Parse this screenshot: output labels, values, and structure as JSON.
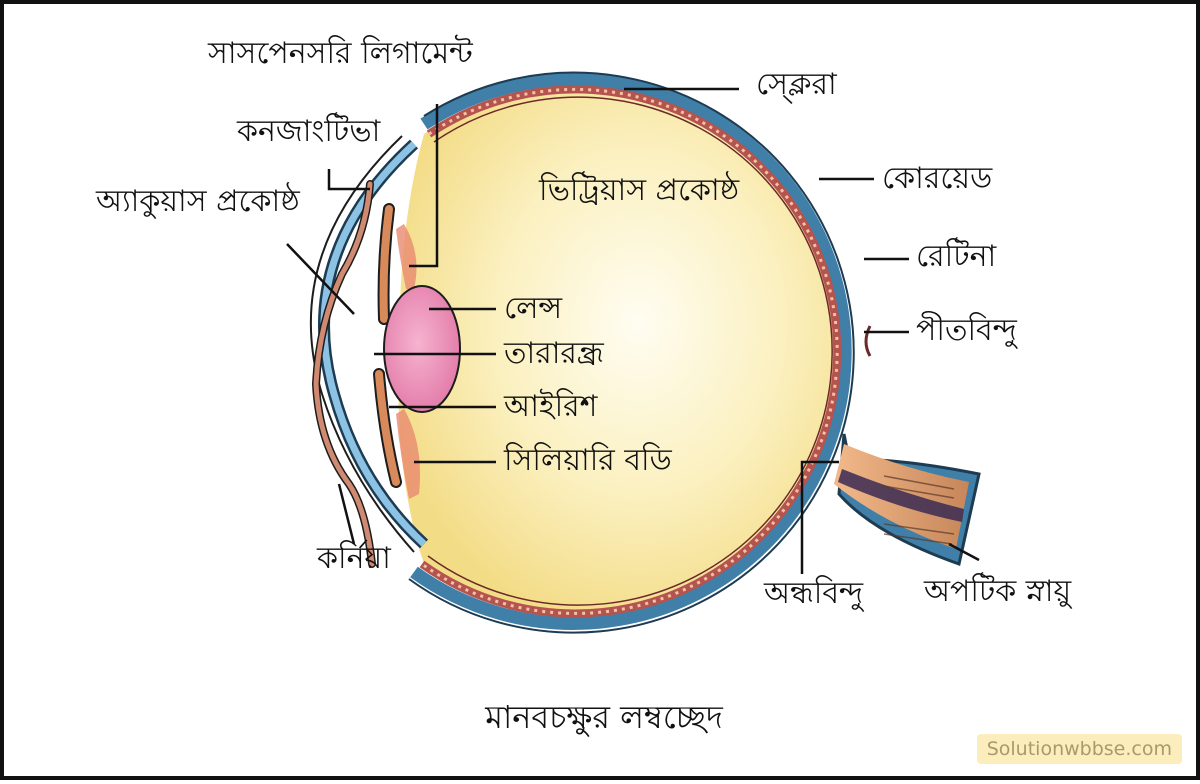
{
  "diagram": {
    "caption": "মানবচক্ষুর লম্বচ্ছেদ",
    "watermark": "Solutionwbbse.com",
    "labels": {
      "suspensory_ligament": "সাসপেনসরি লিগামেন্ট",
      "conjunctiva": "কনজাংটিভা",
      "aqueous_chamber": "অ্যাকুয়াস প্রকোষ্ঠ",
      "vitreous_chamber": "ভিট্রিয়াস প্রকোষ্ঠ",
      "sclera": "স্ক্লেরা",
      "choroid": "কোরয়েড",
      "retina": "রেটিনা",
      "yellow_spot": "পীতবিন্দু",
      "lens": "লেন্স",
      "pupil": "তারারন্ধ্র",
      "iris": "আইরিশ",
      "ciliary_body": "সিলিয়ারি বডি",
      "cornea": "কর্নিয়া",
      "blind_spot": "অন্ধবিন্দু",
      "optic_nerve": "অপটিক স্নায়ু"
    },
    "colors": {
      "sclera_blue": "#3f7fa8",
      "choroid_red": "#b5544f",
      "vitreous_yellow": "#f8e9a0",
      "lens_pink": "#ec8fb8",
      "iris_orange": "#d98a5a",
      "optic_nerve_tan": "#d9a06a"
    }
  }
}
